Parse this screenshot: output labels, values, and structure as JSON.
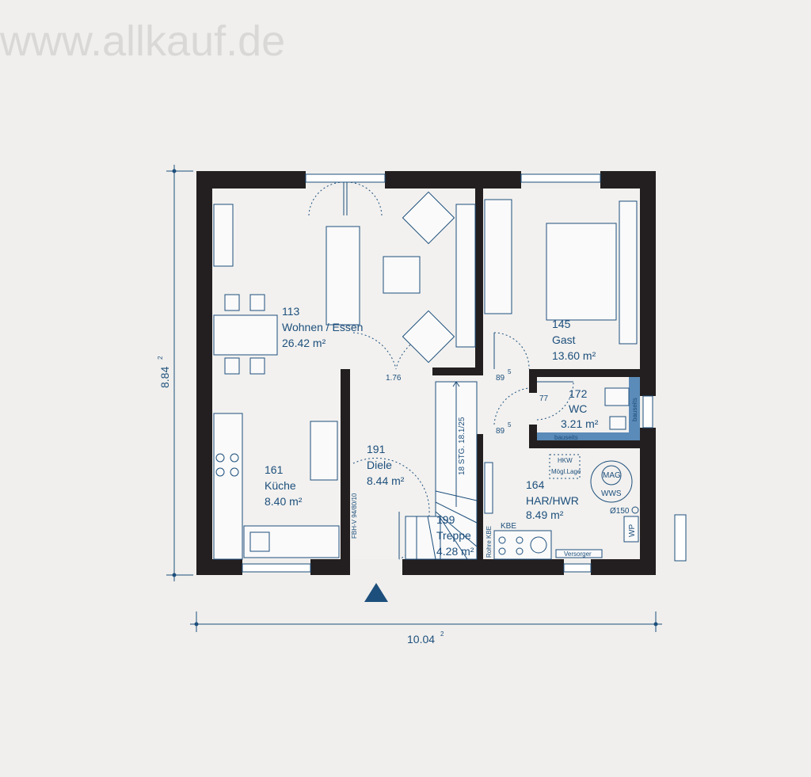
{
  "watermark": "www.allkauf.de",
  "dimensions": {
    "height": "8.84",
    "height_sup": "2",
    "width": "10.04",
    "width_sup": "2",
    "door_width": "1.76",
    "door_89a": "89",
    "door_89a_sup": "5",
    "door_89b": "89",
    "door_89b_sup": "5",
    "door_77": "77"
  },
  "rooms": [
    {
      "number": "113",
      "name": "Wohnen / Essen",
      "area": "26.42 m²"
    },
    {
      "number": "145",
      "name": "Gast",
      "area": "13.60 m²"
    },
    {
      "number": "172",
      "name": "WC",
      "area": "3.21 m²"
    },
    {
      "number": "161",
      "name": "Küche",
      "area": "8.40 m²"
    },
    {
      "number": "191",
      "name": "Diele",
      "area": "8.44 m²"
    },
    {
      "number": "199",
      "name": "Treppe",
      "area": "4.28 m²"
    },
    {
      "number": "164",
      "name": "HAR/HWR",
      "area": "8.49 m²"
    }
  ],
  "annotations": {
    "stairs": "18 STG. 18.1/25",
    "fbh": "FBH-V 94/80/10",
    "hkw": "HKW",
    "hkw2": "Mögl.Lage",
    "mag": "MAG",
    "wws": "WWS",
    "pipe": "Ø150",
    "wp": "WP",
    "kbe": "KBE",
    "rohre_kbe": "Rohre KBE",
    "versorger": "Versorger",
    "bauseits1": "bauseits",
    "bauseits2": "bauseits"
  },
  "colors": {
    "wall": "#231f20",
    "line": "#1d4f7c",
    "background": "#f0efed",
    "accent_blue": "#5b8bb8"
  }
}
